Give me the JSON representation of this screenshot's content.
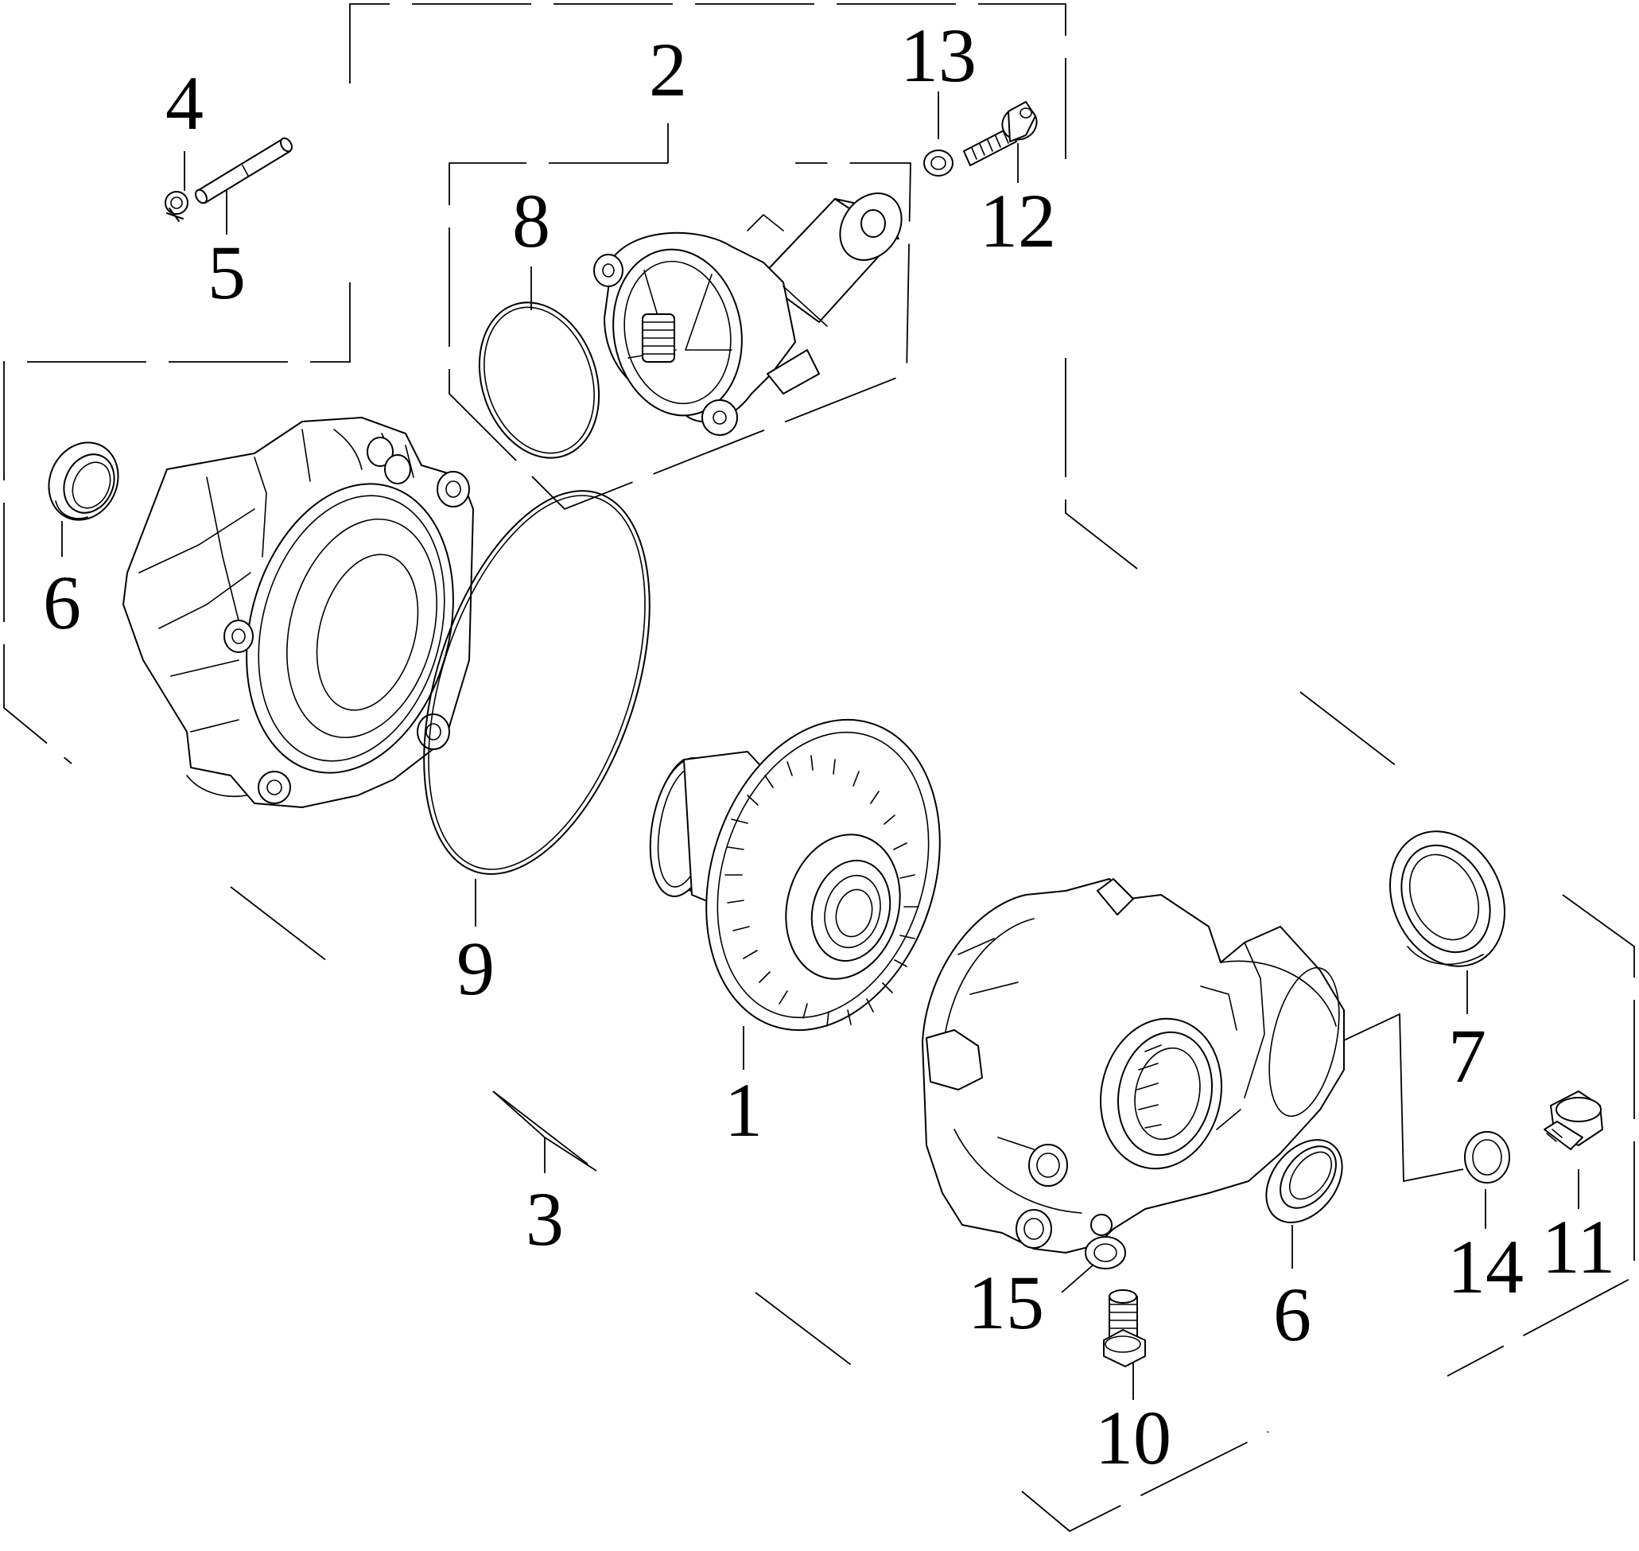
{
  "callouts": {
    "n1": "1",
    "n2": "2",
    "n3": "3",
    "n4": "4",
    "n5": "5",
    "n6a": "6",
    "n6b": "6",
    "n7": "7",
    "n8": "8",
    "n9": "9",
    "n10": "10",
    "n11": "11",
    "n12": "12",
    "n13": "13",
    "n14": "14",
    "n15": "15"
  }
}
